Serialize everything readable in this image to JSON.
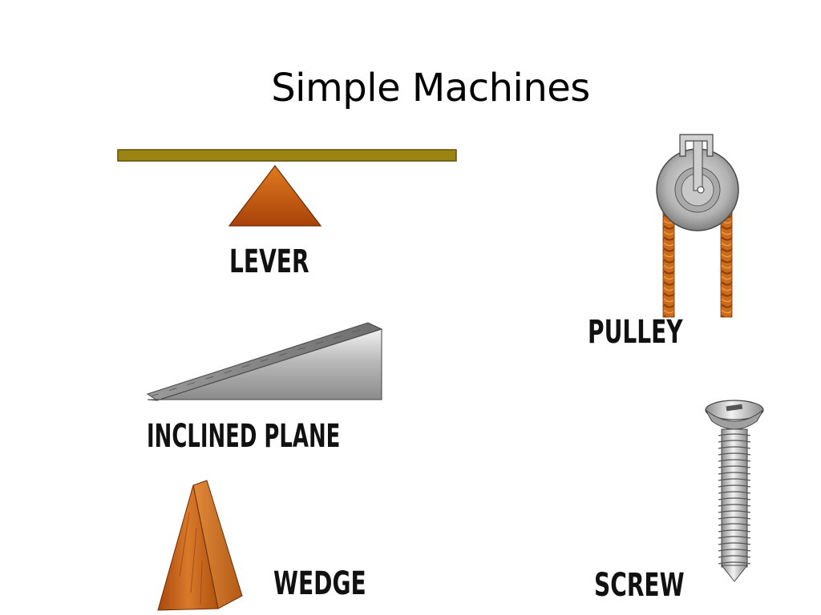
{
  "slide": {
    "title": "Simple Machines"
  },
  "machines": {
    "lever": {
      "label": "LEVER",
      "icon": "lever-icon"
    },
    "inclined_plane": {
      "label": "INCLINED PLANE",
      "icon": "inclined-plane-icon"
    },
    "wedge": {
      "label": "WEDGE",
      "icon": "wedge-icon"
    },
    "pulley": {
      "label": "PULLEY",
      "icon": "pulley-icon"
    },
    "screw": {
      "label": "SCREW",
      "icon": "screw-icon"
    }
  },
  "colors": {
    "lever_bar": "#9c8412",
    "fulcrum": "#c0550f",
    "wood": "#c96a1c",
    "metal": "#b8b8b8",
    "rope": "#cc6b1a"
  }
}
